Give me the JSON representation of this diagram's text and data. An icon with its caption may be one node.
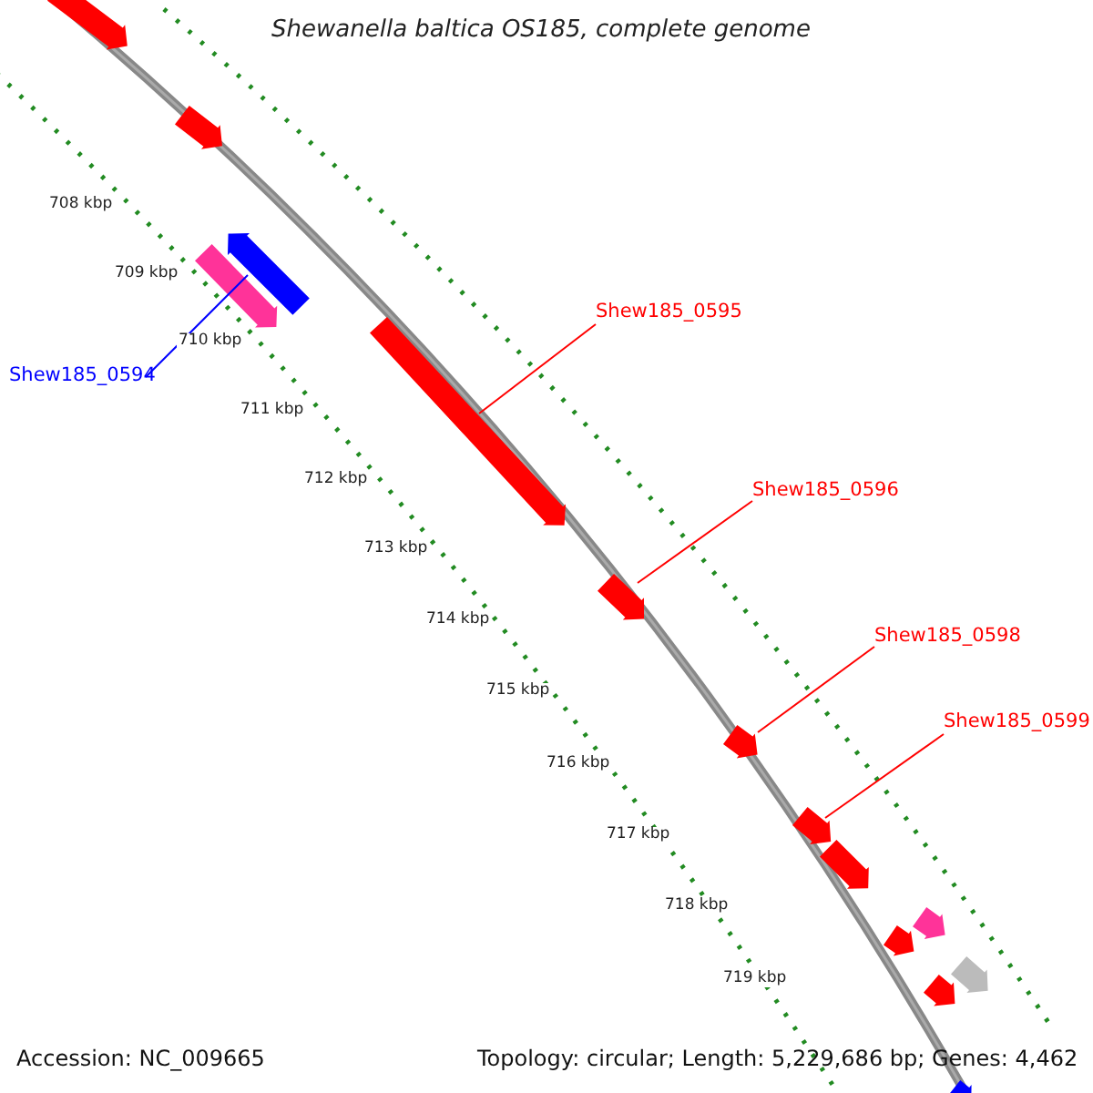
{
  "diagram": {
    "title": "Shewanella baltica OS185, complete genome",
    "nodes": [
      {
        "text": [
          "Shew185_0595"
        ]
      },
      {
        "text": [
          "Shew185_0594"
        ]
      },
      {
        "text": [
          "Shew185_0596"
        ]
      },
      {
        "text": [
          "Shew185_0598"
        ]
      },
      {
        "text": [
          "Shew185_0599"
        ]
      },
      {
        "text": [],
        "shape": "arrow"
      },
      {
        "text": [],
        "shape": "arrow"
      },
      {
        "text": [],
        "shape": "arrow"
      },
      {
        "text": [],
        "shape": "arrow"
      },
      {
        "text": [],
        "shape": "arrow"
      },
      {
        "text": [],
        "shape": "arrow"
      },
      {
        "text": [],
        "shape": "arrow"
      },
      {
        "text": [],
        "shape": "arrow"
      },
      {
        "text": [],
        "shape": "arrow"
      },
      {
        "text": [],
        "shape": "arrow"
      },
      {
        "text": [],
        "shape": "arrow"
      },
      {
        "text": [],
        "shape": "arrow"
      },
      {
        "text": [],
        "shape": "arrow"
      },
      {
        "text": [],
        "shape": "arrow"
      }
    ],
    "edges": [
      {
        "from": 0,
        "to": 9,
        "arrow": "none"
      },
      {
        "from": 1,
        "to": 7,
        "arrow": "none",
        "color": "#0000ff"
      },
      {
        "from": 2,
        "to": 10,
        "arrow": "none"
      },
      {
        "from": 3,
        "to": 11,
        "arrow": "none"
      },
      {
        "from": 4,
        "to": 12,
        "arrow": "none"
      }
    ],
    "labels": [
      "708 kbp",
      "709 kbp",
      "710 kbp",
      "711 kbp",
      "712 kbp",
      "713 kbp",
      "714 kbp",
      "715 kbp",
      "716 kbp",
      "717 kbp",
      "718 kbp",
      "719 kbp",
      "Accession: NC_009665",
      "Topology: circular; Length: 5,229,686 bp; Genes: 4,462"
    ]
  }
}
